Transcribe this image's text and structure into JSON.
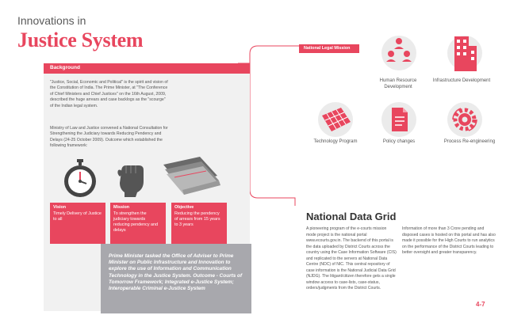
{
  "header": {
    "subtitle": "Innovations in",
    "title": "Justice System"
  },
  "background": {
    "label": "Background",
    "para1": "\"Justice, Social, Economic and Political\" is the spirit and vision of the Constitution of India. The Prime Minister, at \"The Conference of Chief Ministers and Chief Justices\" on the 16th August, 2009, described the huge arrears and case backlogs as the \"scourge\" of the Indian legal system.",
    "para2": "Ministry of Law and Justice convened a National Consultation for Strengthening the Judiciary towards Reducing Pendency and Delays (24-25 October 2009). Outcome which established the following framework:"
  },
  "cards": [
    {
      "head": "Vision",
      "text": "Timely Delivery of Justice to all"
    },
    {
      "head": "Mission",
      "text": "To strengthen the judiciary towards reducing pendency and delays"
    },
    {
      "head": "Objective",
      "text": "Reducing the pendency of arrears from 15 years to 3 years"
    }
  ],
  "statement": "Prime Minister tasked the Office of Adviser to Prime Minister on Public Infrastructure and Innovation to explore the use of Information and Communication Technology in the Justice System. Outcome - Courts of Tomorrow Framework; Integrated e-Justice System; Interoperable Criminal e-Justice System",
  "mission": {
    "label": "National Legal Mission",
    "items": {
      "hrd": "Human Resource Development",
      "infra": "Infrastructure Development",
      "tech": "Technology Program",
      "policy": "Policy changes",
      "process": "Process Re-engineering"
    }
  },
  "ndg": {
    "title": "National Data Grid",
    "col1": "A pioneering program of the e-courts mission mode project is the national portal www.ecourts.gov.in. The backend of this portal is the data uploaded by District Courts across the country using the Case Information Software (CIS) and replicated to the servers at National Data Centre (NDC) of NIC. This central repository of case information is the National Judicial Data Grid (NJDG). The litigant/citizen therefore gets a single window access to case-lists, case-status, orders/judgments from the District Courts.",
    "col2": "Information of more than 3 Crore pending and disposed cases is hosted on this portal and has also made it possible for the High Courts to run analytics on the performance of the District Courts leading to better oversight and greater transparency."
  },
  "page": {
    "number": "4-7"
  },
  "colors": {
    "accent": "#e8465e",
    "grey": "#a8a8ad",
    "icon_bg": "#ebebeb"
  }
}
